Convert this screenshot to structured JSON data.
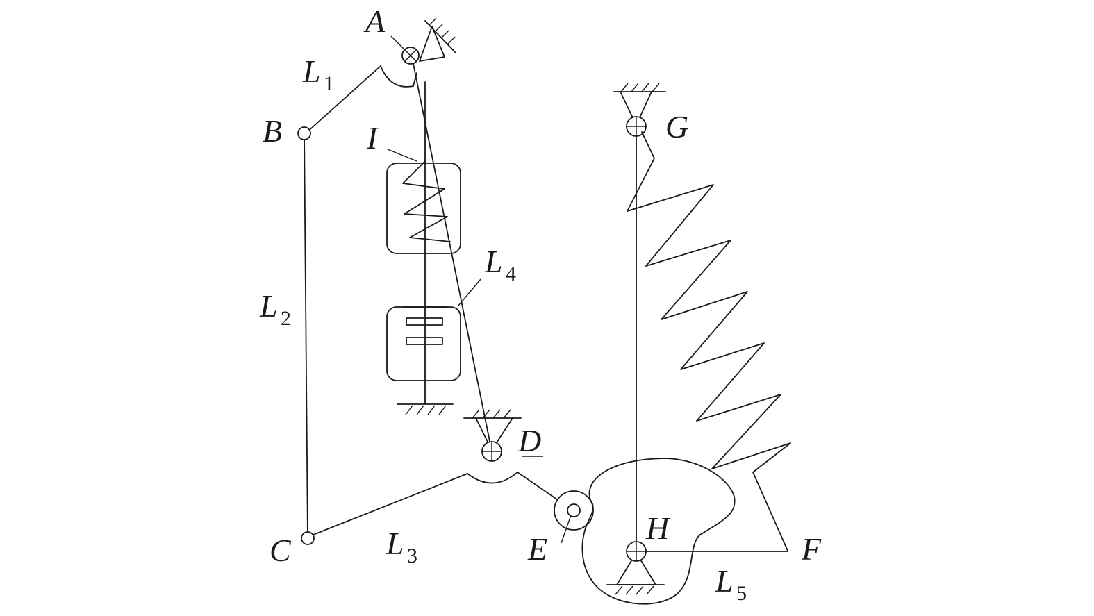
{
  "diagram": {
    "points": {
      "A": "A",
      "B": "B",
      "C": "C",
      "D": "D",
      "E": "E",
      "F": "F",
      "G": "G",
      "H": "H",
      "I": "I"
    },
    "links": {
      "L1": {
        "letter": "L",
        "sub": "1"
      },
      "L2": {
        "letter": "L",
        "sub": "2"
      },
      "L3": {
        "letter": "L",
        "sub": "3"
      },
      "L4": {
        "letter": "L",
        "sub": "4"
      },
      "L5": {
        "letter": "L",
        "sub": "5"
      }
    }
  }
}
